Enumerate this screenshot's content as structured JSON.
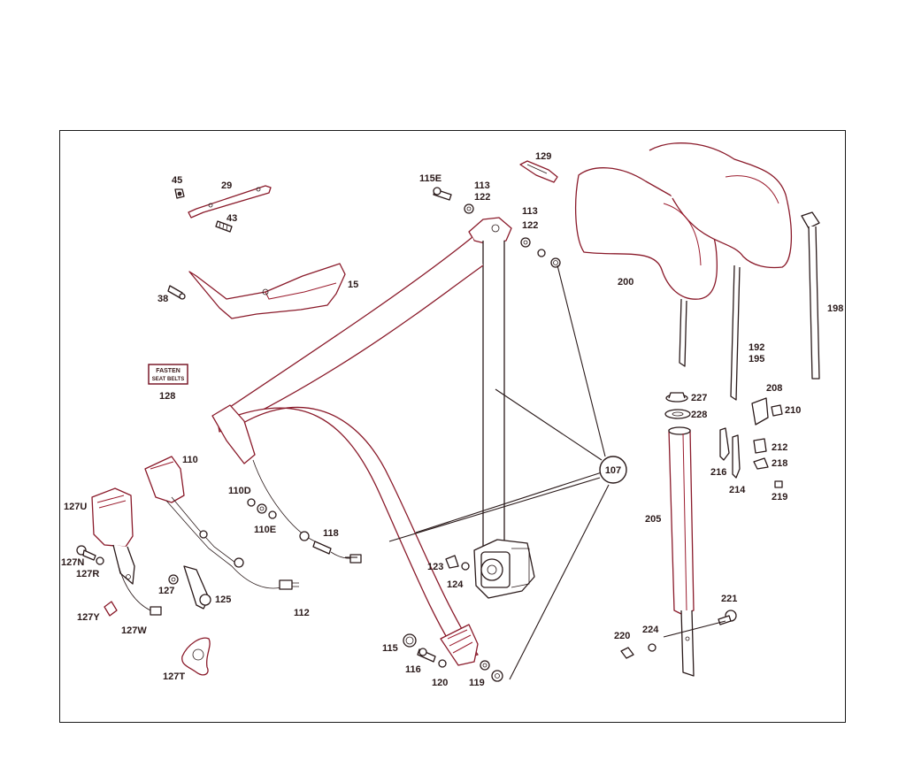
{
  "diagram": {
    "labels": {
      "l45": "45",
      "l29": "29",
      "l43": "43",
      "l38": "38",
      "l15": "15",
      "l128": "128",
      "l110": "110",
      "l127U": "127U",
      "l127N": "127N",
      "l127R": "127R",
      "l127": "127",
      "l125": "125",
      "l127Y": "127Y",
      "l127W": "127W",
      "l127T": "127T",
      "l110D": "110D",
      "l110E": "110E",
      "l118": "118",
      "l112": "112",
      "l115E": "115E",
      "l113a": "113",
      "l122a": "122",
      "l113b": "113",
      "l122b": "122",
      "l129": "129",
      "l200": "200",
      "l198": "198",
      "l192": "192",
      "l195": "195",
      "l107": "107",
      "l123": "123",
      "l124": "124",
      "l115": "115",
      "l116": "116",
      "l120": "120",
      "l119": "119",
      "l227": "227",
      "l228": "228",
      "l208": "208",
      "l210": "210",
      "l212": "212",
      "l218": "218",
      "l216": "216",
      "l214": "214",
      "l219": "219",
      "l205": "205",
      "l221": "221",
      "l220": "220",
      "l224": "224"
    },
    "sticker": {
      "line1": "FASTEN",
      "line2": "SEAT BELTS"
    }
  }
}
